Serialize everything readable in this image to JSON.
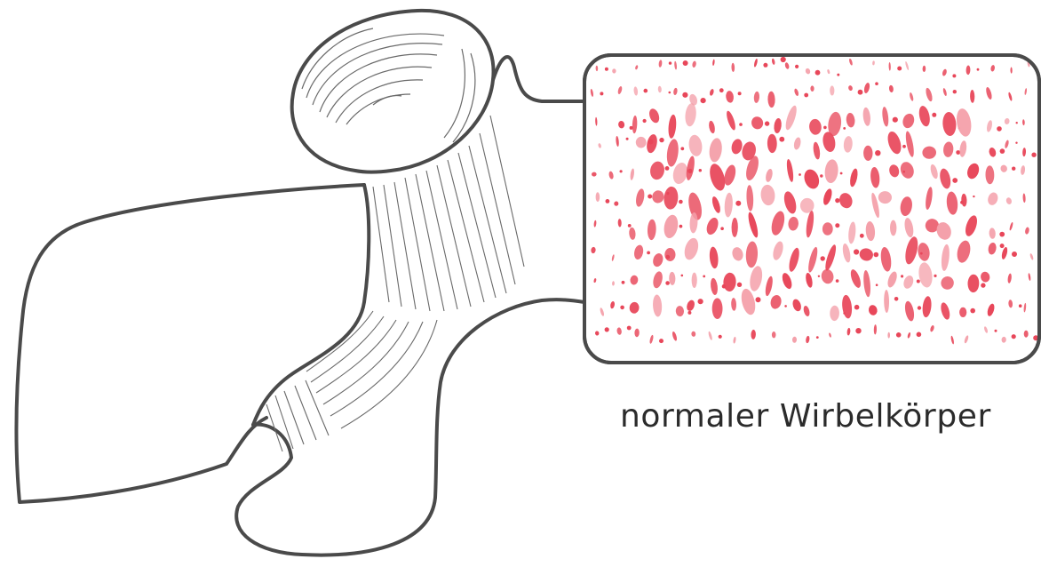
{
  "caption": {
    "text": "normaler Wirbelkörper"
  },
  "colors": {
    "background": "#ffffff",
    "outline": "#4a4a4a",
    "hatching": "#6a6a6a",
    "trabecular_fill": "#e8475a",
    "trabecular_light": "#f4a0aa",
    "caption_text": "#2b2b2b"
  },
  "structure": {
    "vertebral_body": "trabecular-bone-body",
    "arch": "vertebral-arch"
  }
}
